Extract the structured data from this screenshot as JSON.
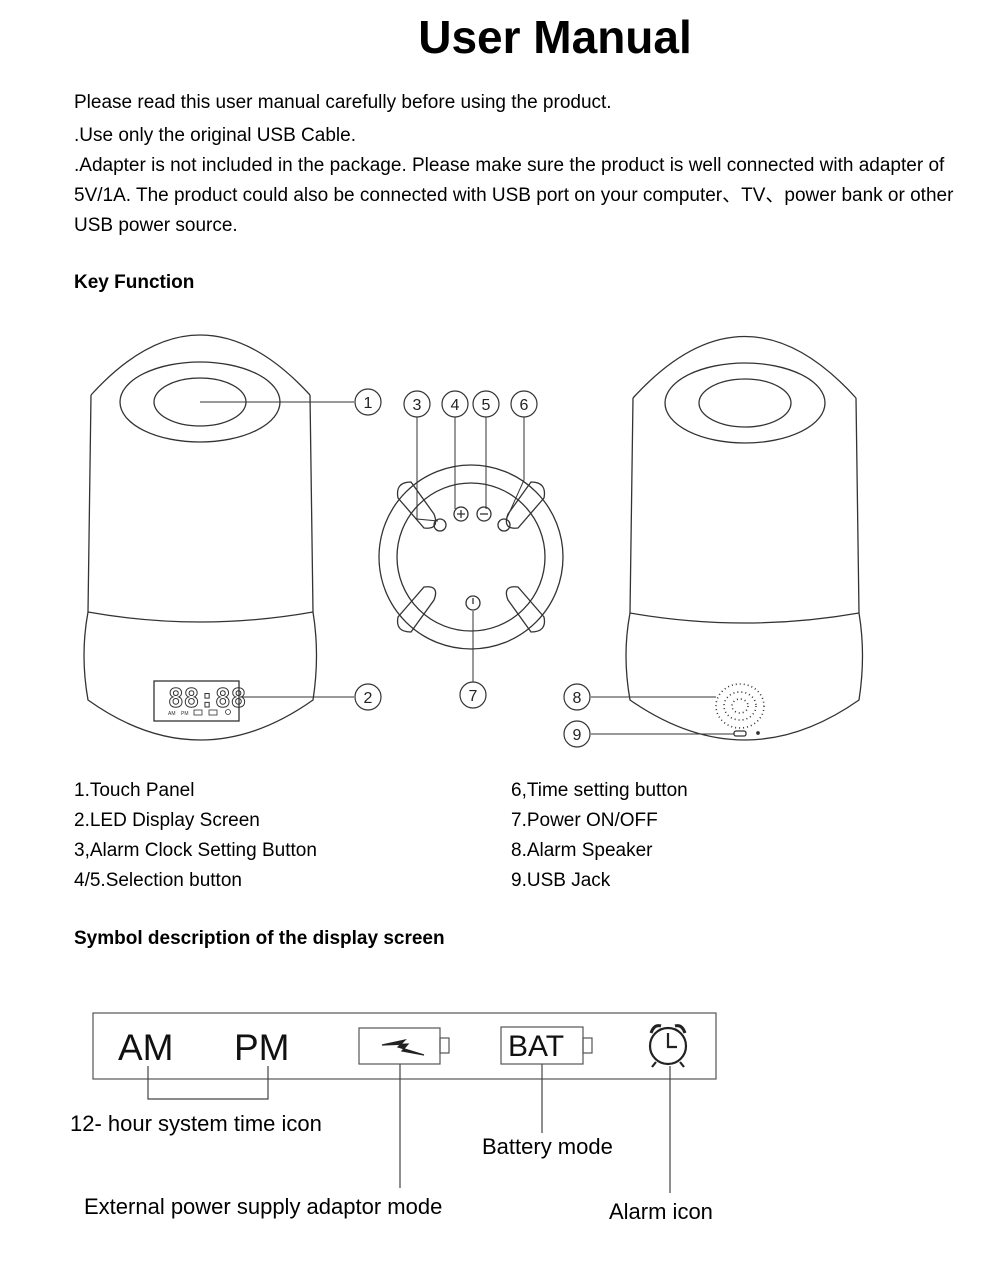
{
  "title": "User Manual",
  "intro": {
    "line1": "Please read this user manual carefully before using the product.",
    "line2": ".Use only the original USB Cable.",
    "line3": ".Adapter is not included in the package. Please make sure the product is well connected with adapter of 5V/1A. The product could also be connected with USB port on your computer、TV、power bank or other USB power source."
  },
  "key_function": {
    "heading": "Key Function",
    "callouts": [
      "1",
      "2",
      "3",
      "4",
      "5",
      "6",
      "7",
      "8",
      "9"
    ],
    "display_digits": "88:88",
    "display_indicators": [
      "AM",
      "PM"
    ],
    "items_left": [
      "1.Touch Panel",
      "2.LED Display Screen",
      "3,Alarm Clock Setting Button",
      "4/5.Selection button"
    ],
    "items_right": [
      "6,Time setting button",
      "7.Power ON/OFF",
      "8.Alarm Speaker",
      "9.USB Jack"
    ]
  },
  "symbols": {
    "heading": "Symbol description of the display screen",
    "am": "AM",
    "pm": "PM",
    "bat": "BAT",
    "label_12h": "12- hour system time icon",
    "label_battery": "Battery mode",
    "label_adaptor": "External power supply adaptor mode",
    "label_alarm": "Alarm icon"
  }
}
